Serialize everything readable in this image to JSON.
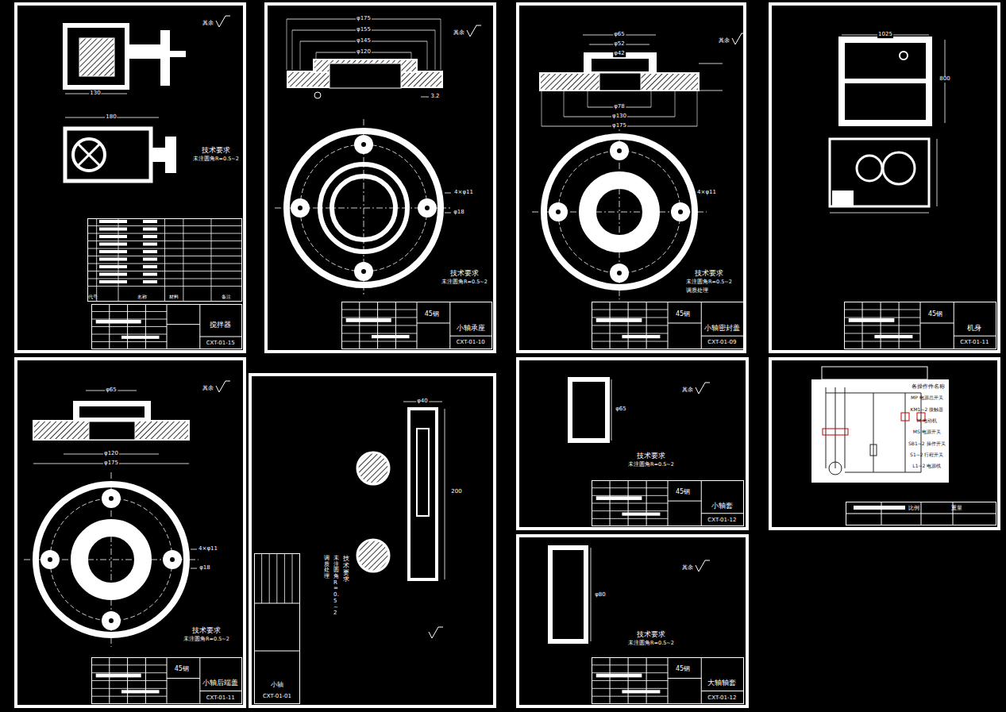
{
  "diagram": {
    "nodes": [
      {
        "text": [
          "代号",
          "名称",
          "材料",
          "备注"
        ]
      },
      {
        "text": [
          "搅拌器",
          "CXT-01-15"
        ]
      },
      {
        "text": [
          "45钢",
          "小轴承座",
          "CXT-01-10"
        ]
      },
      {
        "text": [
          "45钢",
          "小轴密封盖",
          "CXT-01-09"
        ]
      },
      {
        "text": [
          "45钢",
          "机身",
          "CXT-01-11"
        ]
      },
      {
        "text": [
          "45钢",
          "小轴后端盖",
          "CXT-01-11"
        ]
      },
      {
        "text": [
          "小轴",
          "CXT-01-01"
        ]
      },
      {
        "text": [
          "45钢",
          "小轴套",
          "CXT-01-12"
        ]
      },
      {
        "text": [
          "各操作件名称",
          "MP 电源总开关",
          "KM1~2 接触器",
          "M 电动机",
          "MS 电源开关",
          "SB1~2 操作开关",
          "S1~2 行程开关",
          "L1~2 电源线"
        ]
      },
      {
        "text": [
          "比例",
          "重量"
        ]
      },
      {
        "text": [
          "45钢",
          "大轴轴套",
          "CXT-01-12"
        ]
      }
    ],
    "labels": [
      "其余",
      "技术要求",
      "未注圆角R=0.5~2",
      "130",
      "180",
      "其余",
      "φ175",
      "φ155",
      "φ145",
      "φ120",
      "3.2",
      "4×φ11",
      "φ18",
      "技术要求",
      "未注圆角R=0.5~2",
      "其余",
      "φ65",
      "φ52",
      "φ42",
      "φ78",
      "φ130",
      "φ175",
      "4×φ11",
      "技术要求",
      "未注圆角R=0.5~2",
      "调质处理",
      "1025",
      "800",
      "其余",
      "φ65",
      "φ120",
      "φ175",
      "4×φ11",
      "φ18",
      "技术要求",
      "未注圆角R=0.5~2",
      "φ40",
      "200",
      "技术要求",
      "未注圆角R=0.5~2",
      "调质处理",
      "其余",
      "φ65",
      "技术要求",
      "未注圆角R=0.5~2",
      "其余",
      "φ80",
      "技术要求",
      "未注圆角R=0.5~2"
    ]
  }
}
